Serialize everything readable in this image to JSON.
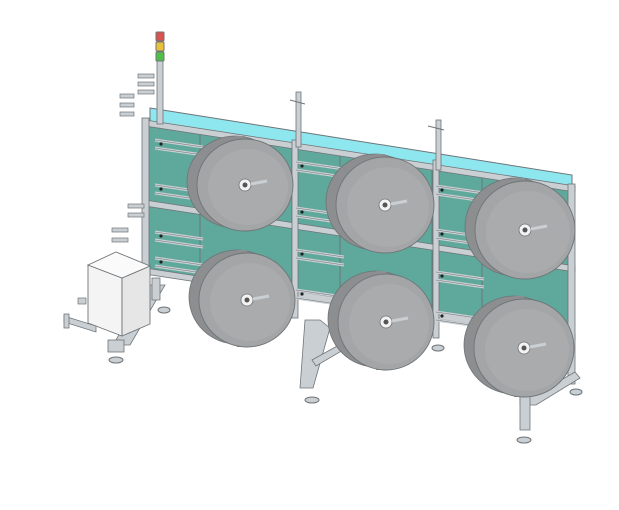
{
  "colors": {
    "background": "#ffffff",
    "panel": "#5fa89c",
    "panel_shadow": "#4e8f84",
    "top_strip": "#8ee6ee",
    "frame": "#c9cfd2",
    "frame_edge": "#6e7478",
    "roll": "#a3a5a6",
    "roll_shadow": "#8c8e8f",
    "roll_face": "#b4b6b7",
    "hub": "#f2f2f2",
    "cabinet": "#f4f4f4",
    "light_red": "#d9534f",
    "light_yellow": "#e8c23a",
    "light_green": "#4fbf4a"
  },
  "components": {
    "rolls": [
      {
        "id": "roll-top-1"
      },
      {
        "id": "roll-top-2"
      },
      {
        "id": "roll-top-3"
      },
      {
        "id": "roll-bottom-1"
      },
      {
        "id": "roll-bottom-2"
      },
      {
        "id": "roll-bottom-3"
      }
    ],
    "signal_tower": [
      "red",
      "yellow",
      "green"
    ],
    "guide_posts": 3,
    "cabinet": "control-cabinet"
  }
}
